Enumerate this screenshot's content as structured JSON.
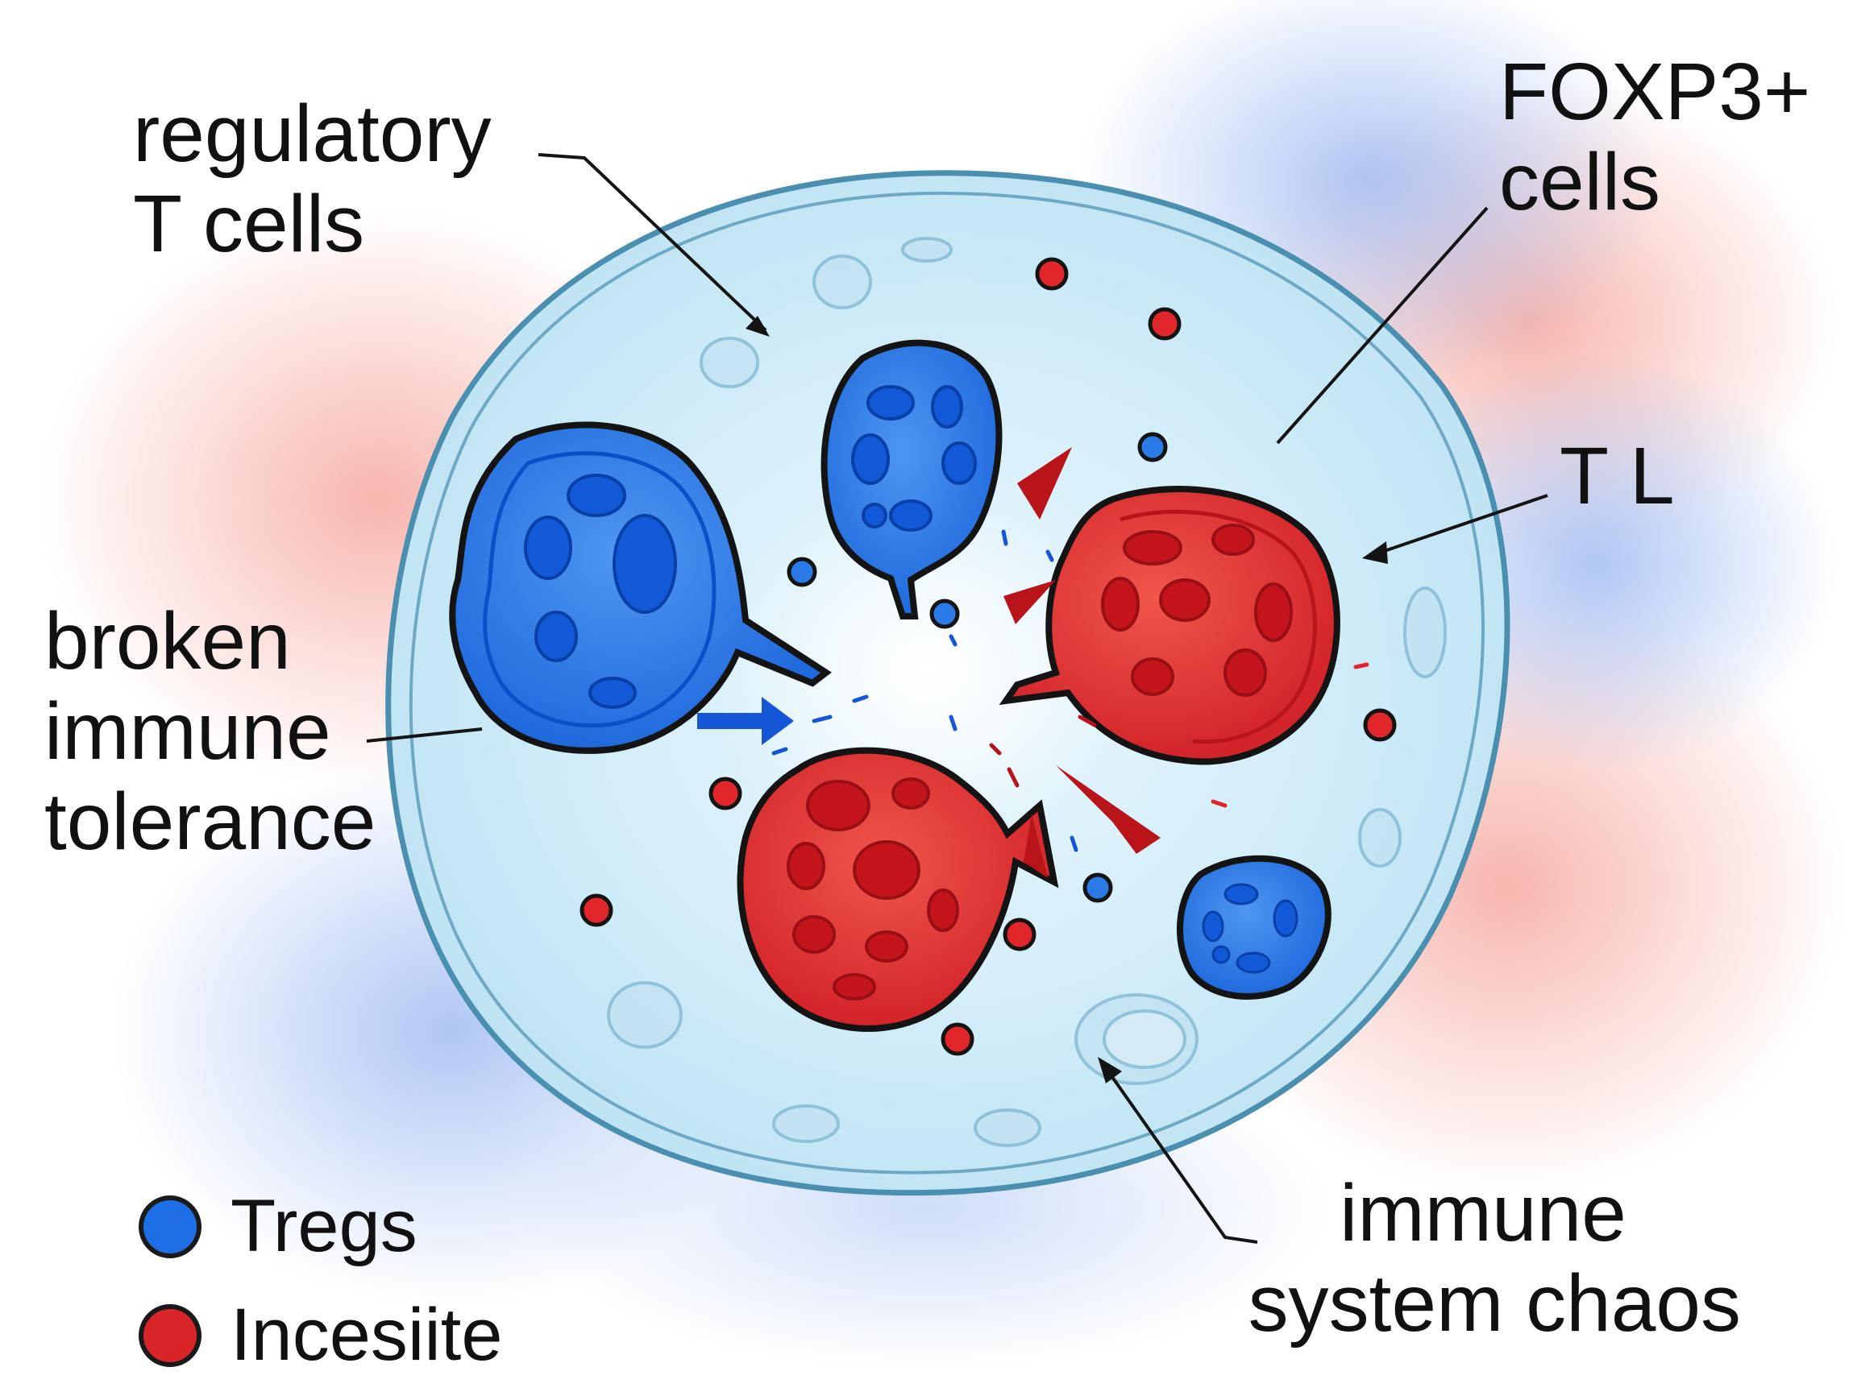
{
  "labels": {
    "regulatory_t_cells": [
      "regulatory",
      "T cells"
    ],
    "foxp3_cells": [
      "FOXP3+",
      "cells"
    ],
    "tl": "T L",
    "broken_immune_tolerance": [
      "broken",
      "immune",
      "tolerance"
    ],
    "immune_system_chaos": [
      "immune",
      "system chaos"
    ]
  },
  "legend": [
    {
      "label": "Tregs",
      "color": "#1e6fe6",
      "icon": "blue-cell-dot"
    },
    {
      "label": "Incesiite",
      "color": "#d9242a",
      "icon": "red-cell-dot"
    }
  ],
  "colors": {
    "membrane": "#a8d8ee",
    "membrane_outline": "#4a8fb0",
    "treg_blue": "#2a7be8",
    "treg_blue_dark": "#0b4fc9",
    "effector_red": "#e23a33",
    "effector_red_dark": "#b8141a",
    "outline": "#141414"
  },
  "icons": [
    "blue-cell-icon",
    "red-cell-icon",
    "arrow-icon",
    "particle-icon"
  ]
}
